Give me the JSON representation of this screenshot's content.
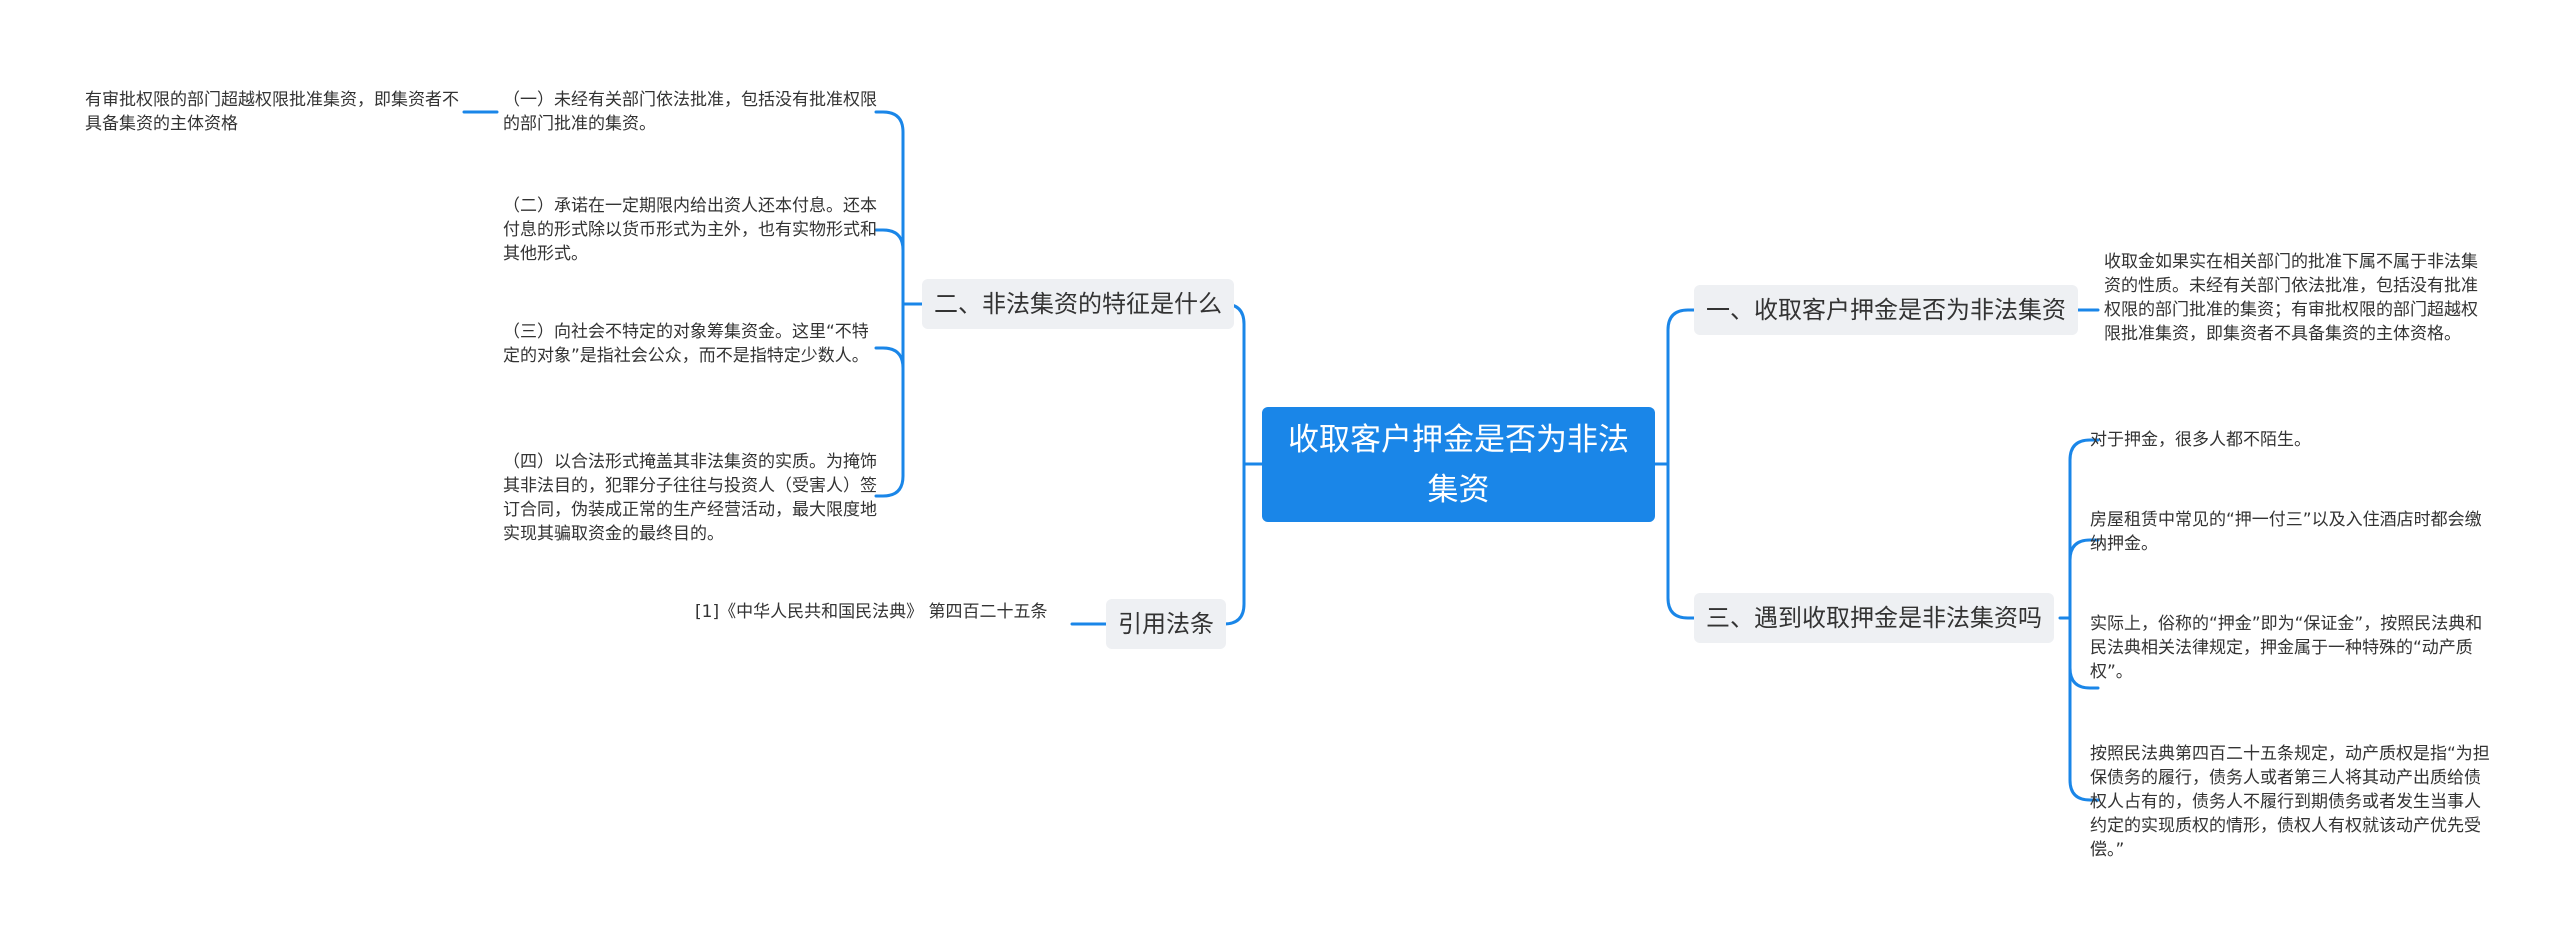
{
  "colors": {
    "accent": "#1a86e8",
    "branch_bg": "#eef0f3",
    "line": "#1a86e8",
    "text": "#333333"
  },
  "root": {
    "title": "收取客户押金是否为非法集资"
  },
  "right": {
    "b1": {
      "label": "一、收取客户押金是否为非法集资",
      "leaf": "收取金如果实在相关部门的批准下属不属于非法集资的性质。未经有关部门依法批准，包括没有批准权限的部门批准的集资；有审批权限的部门超越权限批准集资，即集资者不具备集资的主体资格。"
    },
    "b3": {
      "label": "三、遇到收取押金是非法集资吗",
      "leaves": [
        "对于押金，很多人都不陌生。",
        "房屋租赁中常见的“押一付三”以及入住酒店时都会缴纳押金。",
        "实际上，俗称的“押金”即为“保证金”，按照民法典和民法典相关法律规定，押金属于一种特殊的“动产质权”。",
        "按照民法典第四百二十五条规定，动产质权是指“为担保债务的履行，债务人或者第三人将其动产出质给债权人占有的，债务人不履行到期债务或者发生当事人约定的实现质权的情形，债权人有权就该动产优先受偿。”"
      ]
    }
  },
  "left": {
    "b2": {
      "label": "二、非法集资的特征是什么",
      "leaves": [
        "（一）未经有关部门依法批准，包括没有批准权限的部门批准的集资。",
        "（二）承诺在一定期限内给出资人还本付息。还本付息的形式除以货币形式为主外，也有实物形式和其他形式。",
        "（三）向社会不特定的对象筹集资金。这里“不特定的对象”是指社会公众，而不是指特定少数人。",
        "（四）以合法形式掩盖其非法集资的实质。为掩饰其非法目的，犯罪分子往往与投资人（受害人）签订合同，伪装成正常的生产经营活动，最大限度地实现其骗取资金的最终目的。"
      ],
      "sub_leaf": "有审批权限的部门超越权限批准集资，即集资者不具备集资的主体资格"
    },
    "b4": {
      "label": "引用法条",
      "leaf": "[1]《中华人民共和国民法典》 第四百二十五条"
    }
  }
}
